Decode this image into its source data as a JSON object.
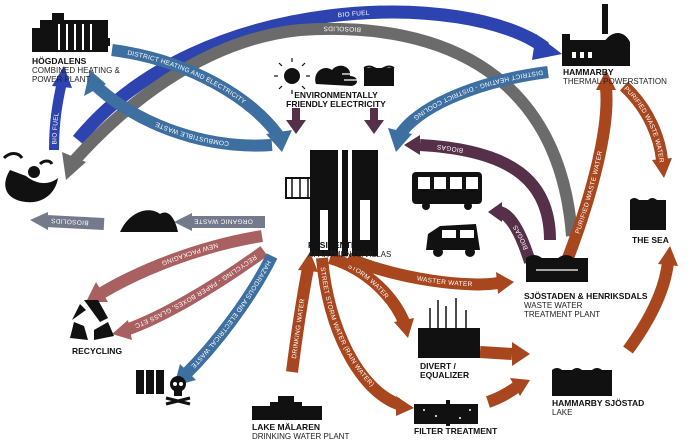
{
  "colors": {
    "blue": "#2c43b0",
    "steel": "#3d6fa0",
    "gray": "#6b6b6b",
    "purple": "#553048",
    "rust": "#a8461e",
    "rose": "#a86060",
    "slate": "#74798c",
    "black": "#111111"
  },
  "nodes": {
    "hogdalens": {
      "title": "HÖGDALENS",
      "sub1": "COMBINED HEATING &",
      "sub2": "POWER PLANT"
    },
    "hammarby": {
      "title": "HAMMARBY",
      "sub1": "THERMAL POWERSTATION"
    },
    "env_electricity": {
      "line1": "ENVIRONMENTALLY",
      "line2": "FRIENDLY ELECTRICITY"
    },
    "residential": {
      "title": "RESIDENTIAL",
      "sub1": "APARTMENTS/VILLAS"
    },
    "sjostaden": {
      "title": "SJÖSTADEN & HENRIKSDALS",
      "sub1": "WASTE WATER",
      "sub2": "TREATMENT PLANT"
    },
    "the_sea": {
      "title": "THE SEA"
    },
    "recycling": {
      "title": "RECYCLING"
    },
    "divert": {
      "line1": "DIVERT /",
      "line2": "EQUALIZER"
    },
    "hammarby_lake": {
      "title": "HAMMARBY SJÖSTAD",
      "sub1": "LAKE"
    },
    "lake_malaren": {
      "title": "LAKE MÄLAREN",
      "sub1": "DRINKING WATER PLANT"
    },
    "filter": {
      "title": "FILTER TREATMENT"
    }
  },
  "flows": {
    "bio_fuel_top": "BIO FUEL",
    "biosolids_top": "BIOSOLIDS",
    "district_heating_electricity": "DISTRICT HEATING AND ELECTRICITY",
    "district_heating_cooling": "DISTRICT HEATING - DISTRICT COOLING",
    "bio_fuel_left": "BIO FUEL",
    "combustible_waste": "COMBUSTIBLE WASTE",
    "biosolids_left": "BIOSOLIDS",
    "organic_waste": "ORGANIC WASTE",
    "new_packaging": "NEW PACKAGING",
    "recycling_paper": "RECYCLING - PAPER BOXES, GLASS ETC",
    "hazardous": "HAZARDOUS AND ELECTRICAL WASTE",
    "drinking_water": "DRINKING WATER",
    "storm_water": "STORM WATER",
    "street_storm_water": "STREET STORM WATER (RAIN WATER)",
    "waster_water": "WASTER WATER",
    "biogas_top": "BIOGAS",
    "biogas_lower": "BIOGAS",
    "purified_1": "PURIFIED WASTE WATER",
    "purified_2": "PURIFIED WASTE WATER"
  }
}
